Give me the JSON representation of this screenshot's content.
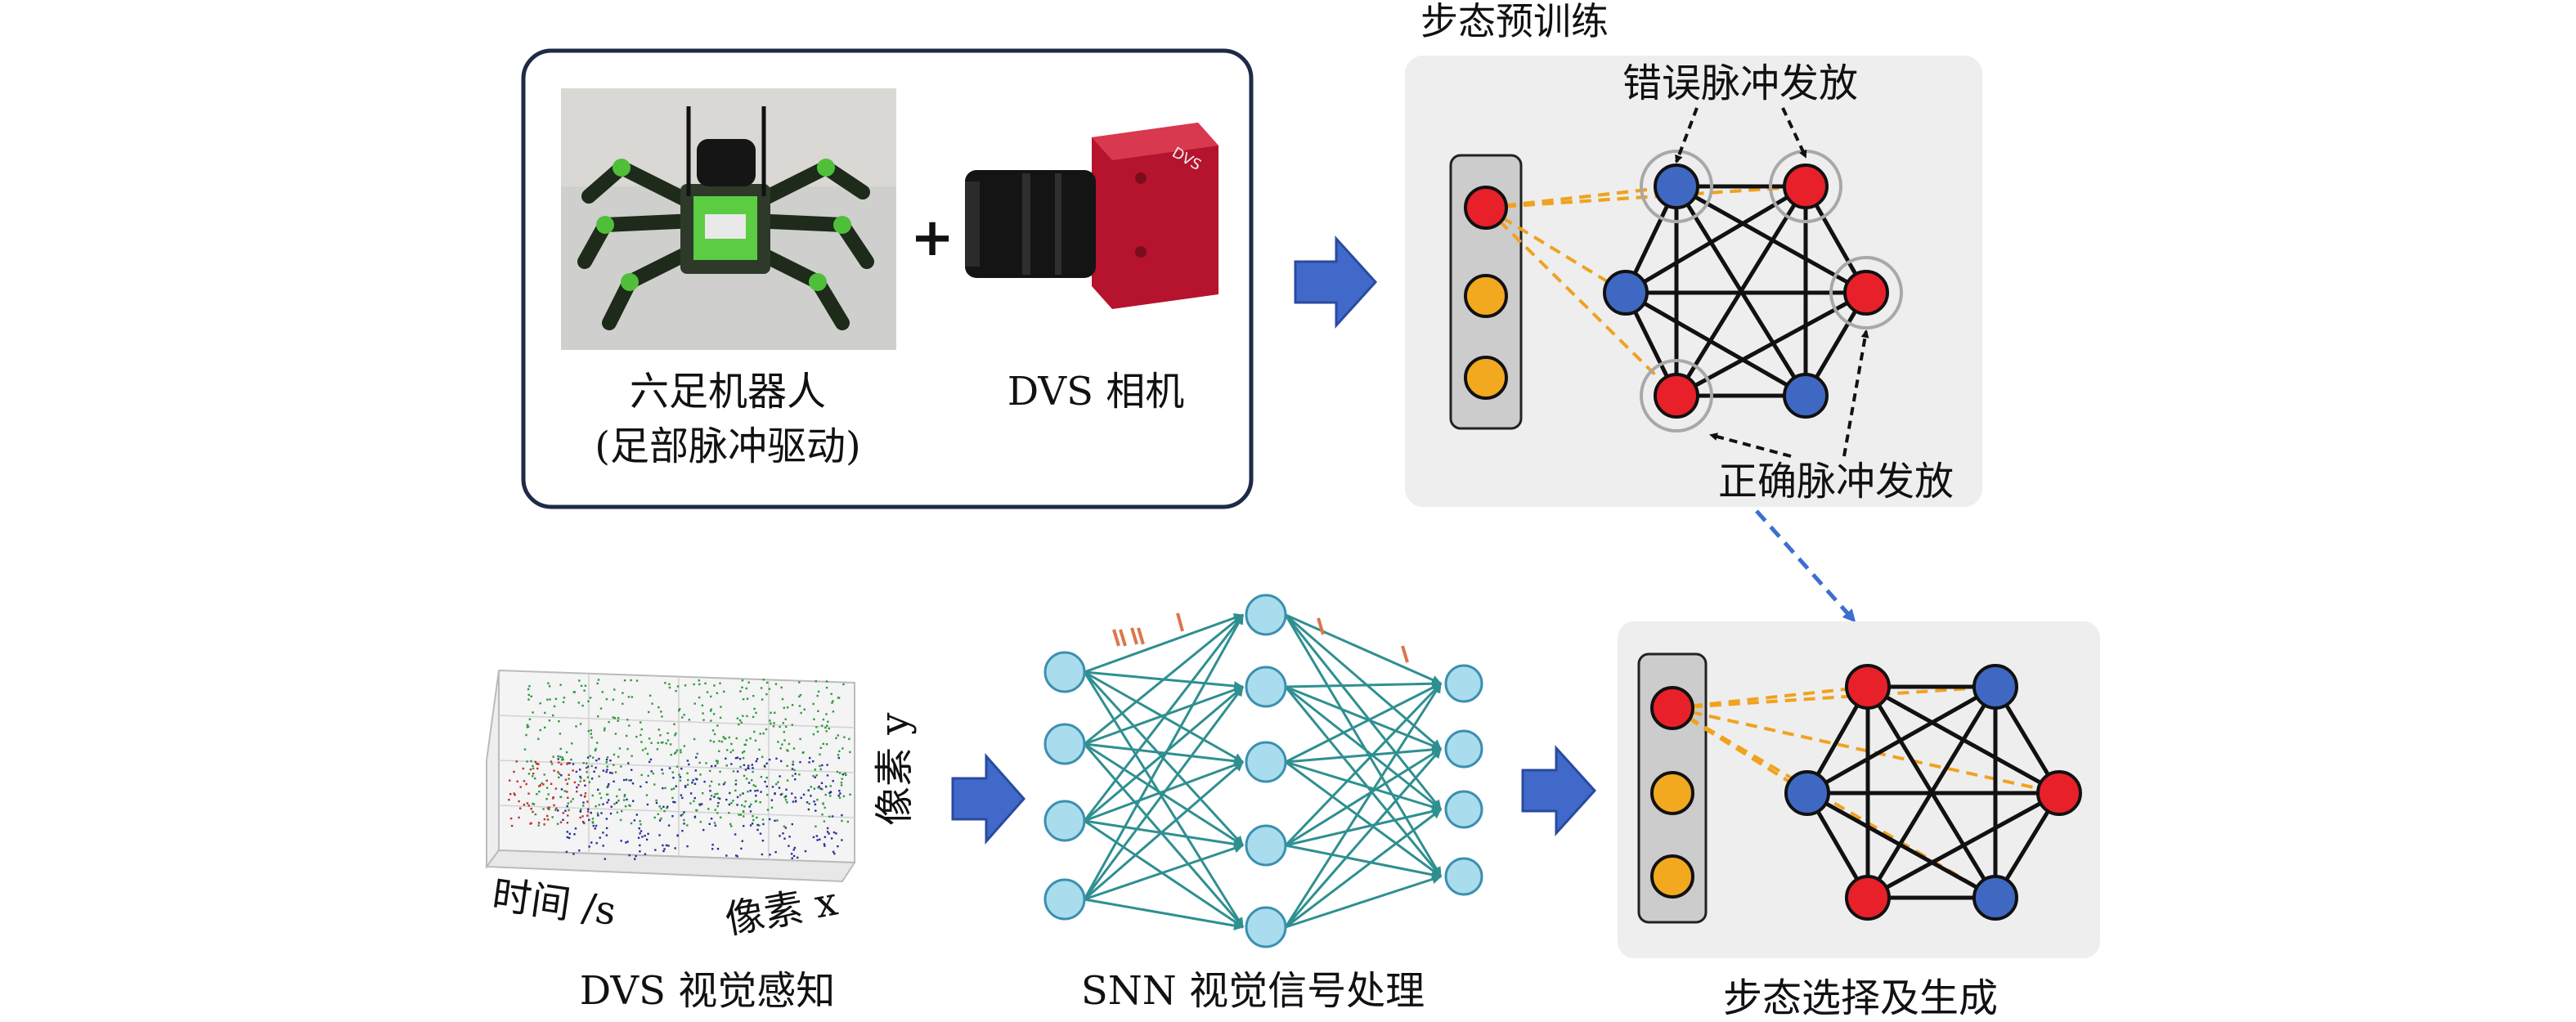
{
  "labels": {
    "hexapod_name": "六足机器人",
    "hexapod_sub": "(足部脉冲驱动)",
    "plus": "+",
    "dvs_camera": "DVS 相机",
    "pretrain_title": "步态预训练",
    "error_spikes": "错误脉冲发放",
    "correct_spikes": "正确脉冲发放",
    "dvs_perception": "DVS 视觉感知",
    "snn_processing": "SNN 视觉信号处理",
    "gait_generation": "步态选择及生成",
    "axis_time": "时间 /s",
    "axis_pixel_x": "像素 x",
    "axis_pixel_y": "像素 y",
    "camera_brand": "DVS"
  },
  "colors": {
    "red_neuron": "#e8202a",
    "blue_neuron": "#3f68c2",
    "orange_neuron": "#f2a91f",
    "snn_node": "#a9dcec",
    "snn_edge": "#2f8f90",
    "arrow_blue": "#4169c9",
    "dash_orange": "#f0a21f",
    "panel_gray": "#eeeeee"
  },
  "icons": {
    "robot_photo": "hexapod-robot-photo",
    "camera_photo": "dvs-camera-photo",
    "flow_arrow": "block-right-arrow"
  }
}
